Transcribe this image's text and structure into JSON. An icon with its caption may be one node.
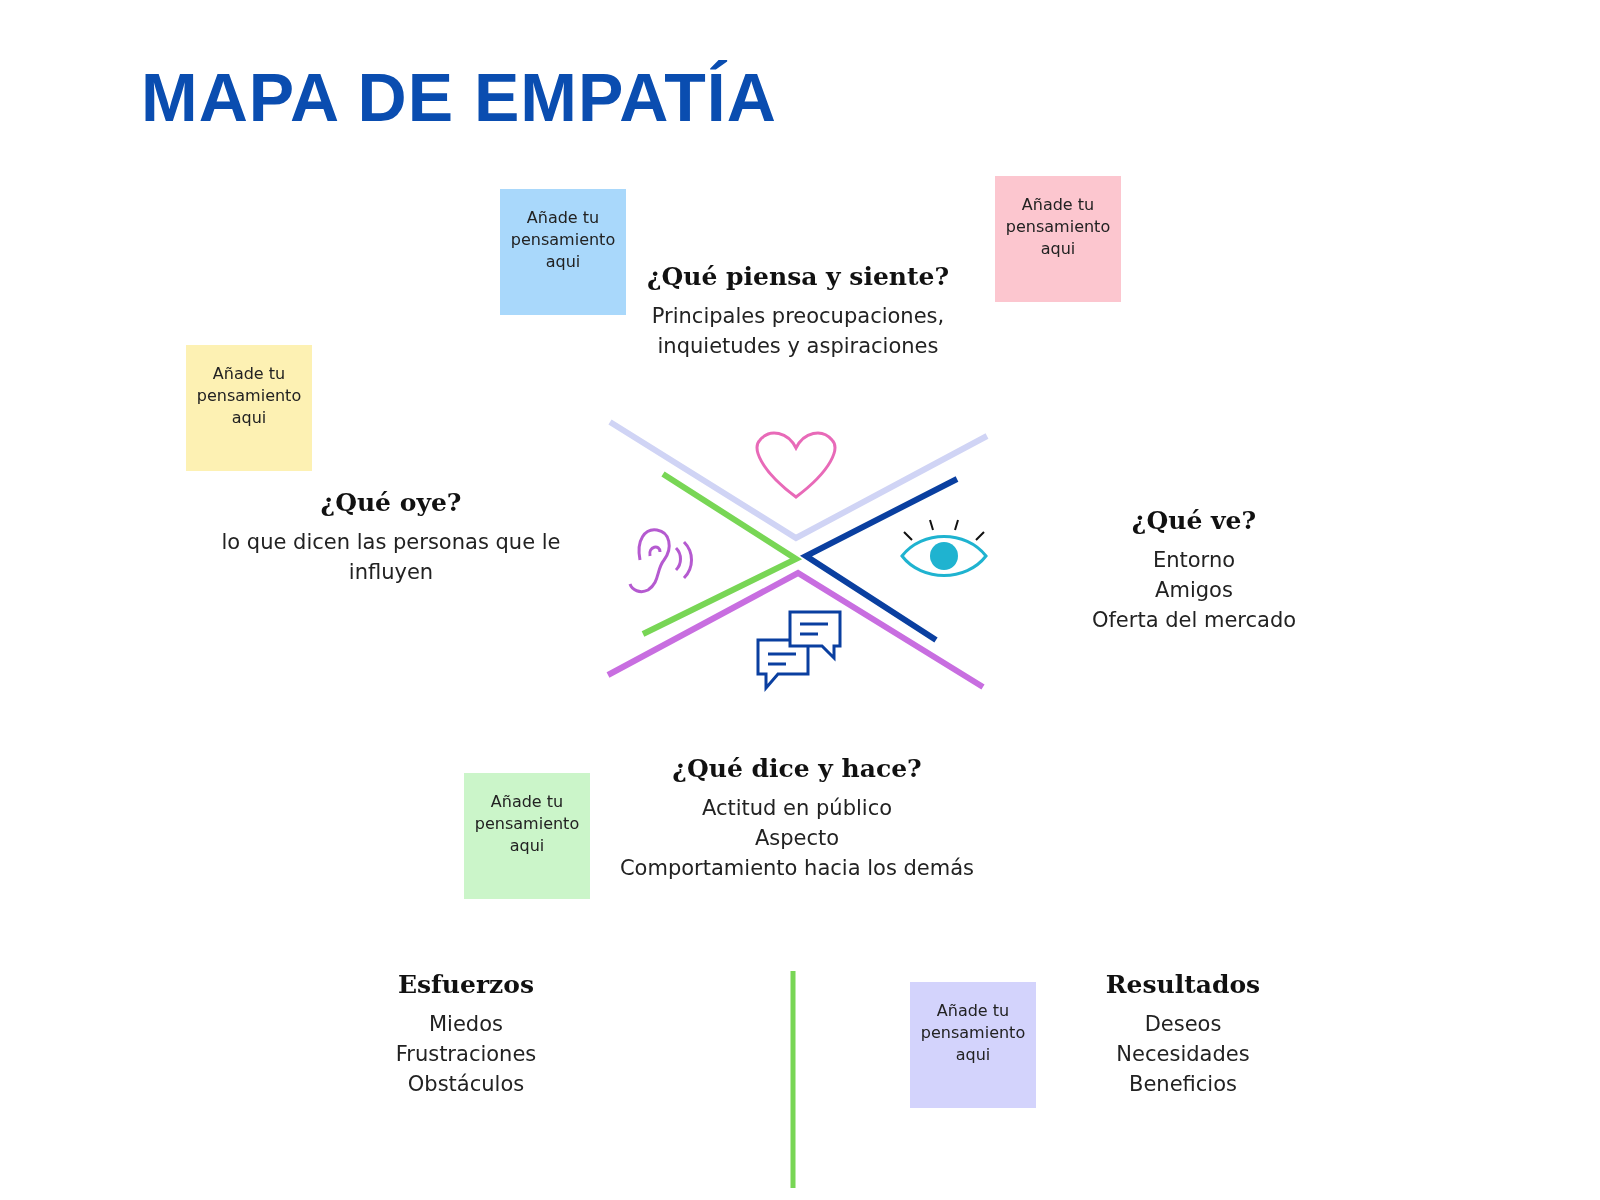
{
  "diagram": {
    "title": "MAPA DE EMPATÍA",
    "nodes": [
      {
        "text": [
          "Añade tu pensamiento aqui"
        ]
      },
      {
        "text": [
          "Añade tu pensamiento aqui"
        ]
      },
      {
        "text": [
          "¿Qué piensa y siente?",
          "Principales preocupaciones, inquietudes y aspiraciones"
        ]
      },
      {
        "text": [
          "Añade tu pensamiento aqui"
        ]
      },
      {
        "text": [
          "¿Qué oye?",
          "lo que dicen las personas que le influyen"
        ]
      },
      {
        "text": [
          "¿Qué ve?",
          "Entorno",
          "Amigos",
          "Oferta del mercado"
        ]
      },
      {
        "text": [
          "Añade tu pensamiento aqui"
        ]
      },
      {
        "text": [
          "¿Qué dice y hace?",
          "Actitud en público",
          "Aspecto",
          "Comportamiento hacia los demás"
        ]
      },
      {
        "text": [
          "Esfuerzos",
          "Miedos",
          "Frustraciones",
          "Obstáculos"
        ]
      },
      {
        "text": [
          "Añade tu pensamiento aqui"
        ]
      },
      {
        "text": [
          "Resultados",
          "Deseos",
          "Necesidades",
          "Beneficios"
        ]
      }
    ],
    "edges": []
  }
}
